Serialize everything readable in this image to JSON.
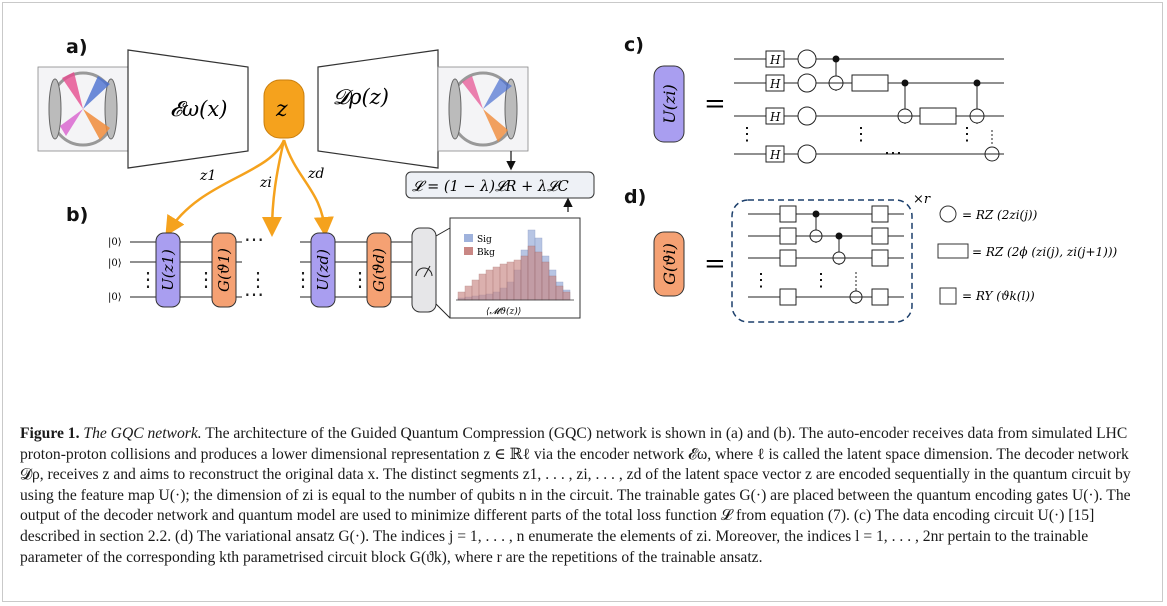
{
  "panels": {
    "a": "a)",
    "b": "b)",
    "c": "c)",
    "d": "d)"
  },
  "encoder": {
    "label": "𝓔ω(x)"
  },
  "latent": {
    "label": "z"
  },
  "decoder": {
    "label": "𝓓ρ(z)"
  },
  "loss": {
    "label": "𝓛 = (1 − λ)𝓛R + λ𝓛C"
  },
  "segments": [
    "z1",
    "zi",
    "zd"
  ],
  "qubit_labels": [
    "|0⟩",
    "|0⟩",
    "|0⟩"
  ],
  "gates": {
    "u1": "U(z1)",
    "g1": "G(ϑ1)",
    "ud": "U(zd)",
    "gd": "G(ϑd)"
  },
  "histogram": {
    "legend": [
      "Sig",
      "Bkg"
    ],
    "xlabel": "⟨𝓜ϑ(z)⟩",
    "colors": {
      "sig": "#9fb2dc",
      "bkg": "#c98784"
    }
  },
  "circuit_c": {
    "lhs": "U(zi)",
    "eq": "=",
    "h": "H"
  },
  "circuit_d": {
    "lhs": "G(ϑi)",
    "eq": "=",
    "repeat": "×r",
    "legend": [
      "= RZ (2zi(j))",
      "= RZ (2ϕ (zi(j), zi(j+1)))",
      "= RY (ϑk(l))"
    ]
  },
  "colors": {
    "latent": "#f5a21d",
    "encoding_gate": "#a99ef0",
    "trainable_gate": "#f5a173",
    "arrow": "#f5a21d"
  },
  "caption": {
    "label": "Figure 1.",
    "title": "The GQC network.",
    "text": "The architecture of the Guided Quantum Compression (GQC) network is shown in (a) and (b). The auto-encoder receives data from simulated LHC proton-proton collisions and produces a lower dimensional representation z ∈ ℝℓ via the encoder network 𝓔ω, where ℓ is called the latent space dimension. The decoder network 𝓓ρ, receives z and aims to reconstruct the original data x. The distinct segments z1, . . . , zi, . . . , zd of the latent space vector z are encoded sequentially in the quantum circuit by using the feature map U(·); the dimension of zi is equal to the number of qubits n in the circuit. The trainable gates G(·) are placed between the quantum encoding gates U(·). The output of the decoder network and quantum model are used to minimize different parts of the total loss function 𝓛 from equation (7). (c) The data encoding circuit U(·) [15] described in section 2.2. (d) The variational ansatz G(·). The indices j = 1, . . . , n enumerate the elements of zi. Moreover, the indices l = 1, . . . , 2nr pertain to the trainable parameter of the corresponding kth parametrised circuit block G(ϑk), where r are the repetitions of the trainable ansatz."
  }
}
